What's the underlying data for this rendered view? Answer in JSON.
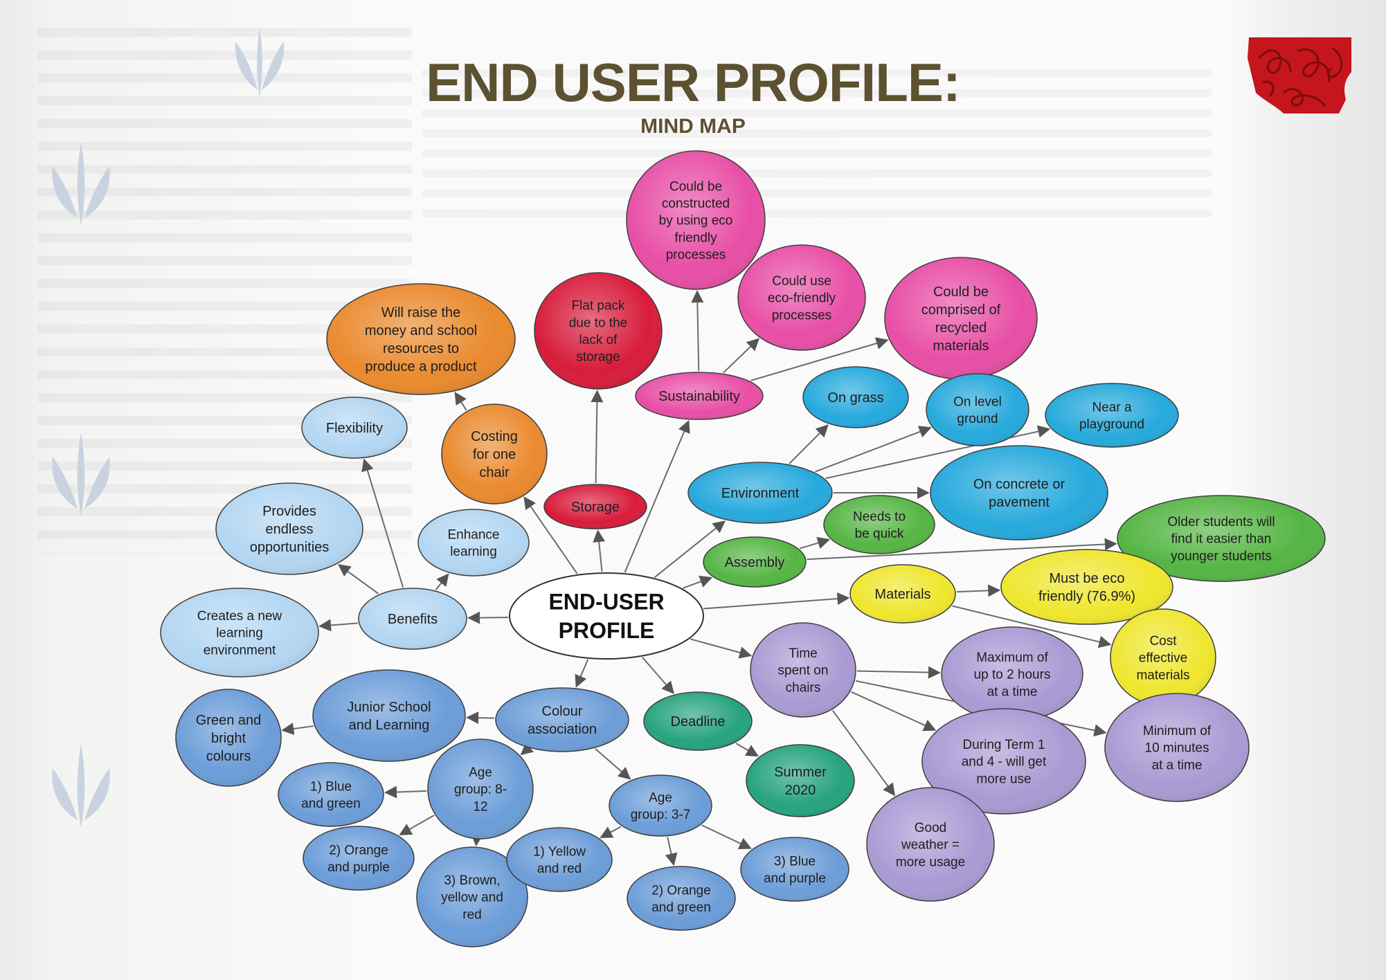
{
  "header": {
    "title": "END USER PROFILE:",
    "subtitle": "MIND MAP"
  },
  "stamp": {
    "description_icon": "red-scribble-stamp",
    "color": "#c4161c"
  },
  "mindmap": {
    "nodes": [
      {
        "id": "center",
        "label": "END-USER\nPROFILE",
        "fill": "#ffffff",
        "center": true
      },
      {
        "id": "sustainability",
        "label": "Sustainability",
        "fill": "#e84ea6"
      },
      {
        "id": "eco_constructed",
        "label": "Could be\nconstructed\nby using eco\nfriendly\nprocesses",
        "fill": "#e84ea6"
      },
      {
        "id": "eco_processes",
        "label": "Could use\neco-friendly\nprocesses",
        "fill": "#e84ea6"
      },
      {
        "id": "recycled",
        "label": "Could be\ncomprised of\nrecycled\nmaterials",
        "fill": "#e84ea6"
      },
      {
        "id": "storage",
        "label": "Storage",
        "fill": "#d81c3b"
      },
      {
        "id": "flatpack",
        "label": "Flat pack\ndue to the\nlack of\nstorage",
        "fill": "#d81c3b"
      },
      {
        "id": "costing",
        "label": "Costing\nfor one\nchair",
        "fill": "#ea8a2e"
      },
      {
        "id": "raise_money",
        "label": "Will raise the\nmoney and school\nresources to\nproduce a product",
        "fill": "#ea8a2e"
      },
      {
        "id": "environment",
        "label": "Environment",
        "fill": "#26a9dc"
      },
      {
        "id": "on_grass",
        "label": "On grass",
        "fill": "#26a9dc"
      },
      {
        "id": "level_ground",
        "label": "On level\nground",
        "fill": "#26a9dc"
      },
      {
        "id": "playground",
        "label": "Near a\nplayground",
        "fill": "#26a9dc"
      },
      {
        "id": "concrete",
        "label": "On concrete or\npavement",
        "fill": "#26a9dc"
      },
      {
        "id": "assembly",
        "label": "Assembly",
        "fill": "#55b544"
      },
      {
        "id": "quick",
        "label": "Needs to\nbe quick",
        "fill": "#55b544"
      },
      {
        "id": "older",
        "label": "Older students will\nfind it easier than\nyounger students",
        "fill": "#55b544"
      },
      {
        "id": "materials",
        "label": "Materials",
        "fill": "#efe62e"
      },
      {
        "id": "eco_friendly",
        "label": "Must be eco\nfriendly (76.9%)",
        "fill": "#efe62e"
      },
      {
        "id": "cost_effective",
        "label": "Cost\neffective\nmaterials",
        "fill": "#efe62e"
      },
      {
        "id": "time",
        "label": "Time\nspent on\nchairs",
        "fill": "#aa9ad3"
      },
      {
        "id": "max2h",
        "label": "Maximum of\nup to 2 hours\nat a time",
        "fill": "#aa9ad3"
      },
      {
        "id": "min10",
        "label": "Minimum of\n10 minutes\nat a time",
        "fill": "#aa9ad3"
      },
      {
        "id": "term",
        "label": "During Term 1\nand 4 - will get\nmore use",
        "fill": "#aa9ad3"
      },
      {
        "id": "weather",
        "label": "Good\nweather =\nmore usage",
        "fill": "#aa9ad3"
      },
      {
        "id": "deadline",
        "label": "Deadline",
        "fill": "#26a37e"
      },
      {
        "id": "summer",
        "label": "Summer\n2020",
        "fill": "#26a37e"
      },
      {
        "id": "colour",
        "label": "Colour\nassociation",
        "fill": "#6c9dd8"
      },
      {
        "id": "junior",
        "label": "Junior School\nand Learning",
        "fill": "#6c9dd8"
      },
      {
        "id": "green_bright",
        "label": "Green and\nbright\ncolours",
        "fill": "#6c9dd8"
      },
      {
        "id": "age812",
        "label": "Age\ngroup: 8-\n12",
        "fill": "#6c9dd8"
      },
      {
        "id": "blue_green",
        "label": "1) Blue\nand green",
        "fill": "#6c9dd8"
      },
      {
        "id": "orange_purple",
        "label": "2) Orange\nand purple",
        "fill": "#6c9dd8"
      },
      {
        "id": "brown",
        "label": "3) Brown,\nyellow and\nred",
        "fill": "#6c9dd8"
      },
      {
        "id": "age37",
        "label": "Age\ngroup: 3-7",
        "fill": "#6c9dd8"
      },
      {
        "id": "yellow_red",
        "label": "1) Yellow\nand red",
        "fill": "#6c9dd8"
      },
      {
        "id": "orange_green",
        "label": "2) Orange\nand green",
        "fill": "#6c9dd8"
      },
      {
        "id": "blue_purple",
        "label": "3) Blue\nand purple",
        "fill": "#6c9dd8"
      },
      {
        "id": "benefits",
        "label": "Benefits",
        "fill": "#b3d6f2"
      },
      {
        "id": "flexibility",
        "label": "Flexibility",
        "fill": "#b3d6f2"
      },
      {
        "id": "endless",
        "label": "Provides\nendless\nopportunities",
        "fill": "#b3d6f2"
      },
      {
        "id": "enhance",
        "label": "Enhance\nlearning",
        "fill": "#b3d6f2"
      },
      {
        "id": "new_env",
        "label": "Creates a new\nlearning\nenvironment",
        "fill": "#b3d6f2"
      }
    ],
    "edges": [
      [
        "center",
        "sustainability"
      ],
      [
        "sustainability",
        "eco_constructed"
      ],
      [
        "sustainability",
        "eco_processes"
      ],
      [
        "sustainability",
        "recycled"
      ],
      [
        "center",
        "storage"
      ],
      [
        "storage",
        "flatpack"
      ],
      [
        "center",
        "costing"
      ],
      [
        "costing",
        "raise_money"
      ],
      [
        "center",
        "environment"
      ],
      [
        "environment",
        "on_grass"
      ],
      [
        "environment",
        "level_ground"
      ],
      [
        "environment",
        "playground"
      ],
      [
        "environment",
        "concrete"
      ],
      [
        "center",
        "assembly"
      ],
      [
        "assembly",
        "quick"
      ],
      [
        "assembly",
        "older"
      ],
      [
        "center",
        "materials"
      ],
      [
        "materials",
        "eco_friendly"
      ],
      [
        "materials",
        "cost_effective"
      ],
      [
        "center",
        "time"
      ],
      [
        "time",
        "max2h"
      ],
      [
        "time",
        "min10"
      ],
      [
        "time",
        "term"
      ],
      [
        "time",
        "weather"
      ],
      [
        "center",
        "deadline"
      ],
      [
        "deadline",
        "summer"
      ],
      [
        "center",
        "colour"
      ],
      [
        "colour",
        "junior"
      ],
      [
        "junior",
        "green_bright"
      ],
      [
        "colour",
        "age812"
      ],
      [
        "colour",
        "age37"
      ],
      [
        "age812",
        "blue_green"
      ],
      [
        "age812",
        "orange_purple"
      ],
      [
        "age812",
        "brown"
      ],
      [
        "age37",
        "yellow_red"
      ],
      [
        "age37",
        "orange_green"
      ],
      [
        "age37",
        "blue_purple"
      ],
      [
        "center",
        "benefits"
      ],
      [
        "benefits",
        "flexibility"
      ],
      [
        "benefits",
        "endless"
      ],
      [
        "benefits",
        "enhance"
      ],
      [
        "benefits",
        "new_env"
      ]
    ]
  }
}
